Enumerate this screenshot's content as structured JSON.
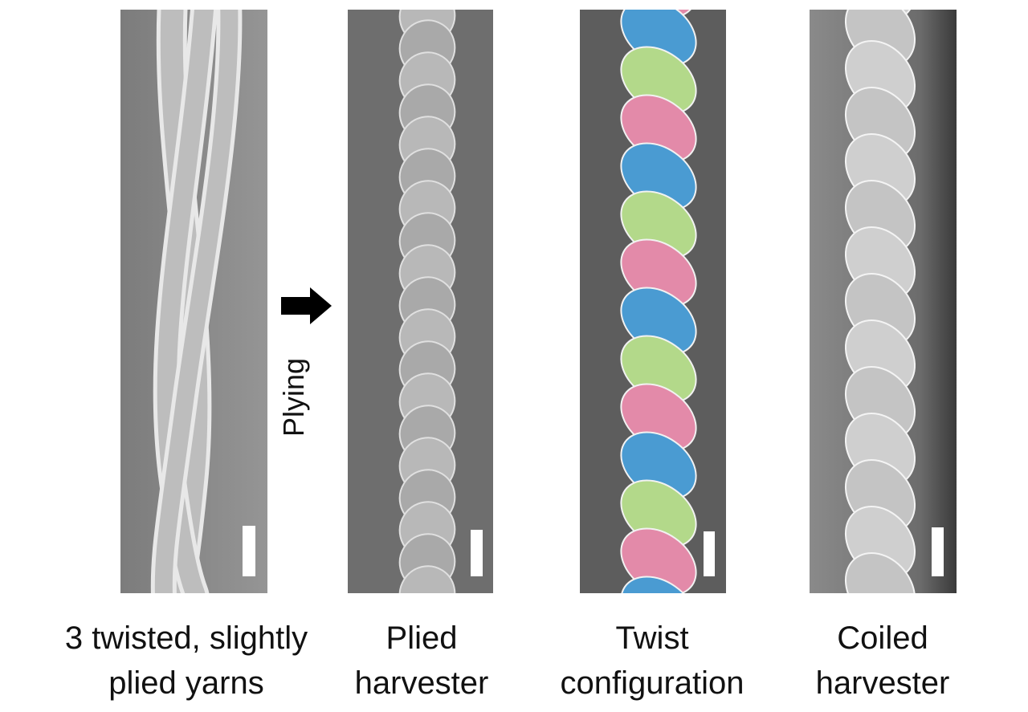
{
  "panels": [
    {
      "id": "yarns",
      "label_line1": "3 twisted, slightly",
      "label_line2": "plied yarns"
    },
    {
      "id": "plied",
      "label_line1": "Plied",
      "label_line2": "harvester"
    },
    {
      "id": "twist",
      "label_line1": "Twist",
      "label_line2": "configuration"
    },
    {
      "id": "coiled",
      "label_line1": "Coiled",
      "label_line2": "harvester"
    }
  ],
  "process": {
    "label": "Plying",
    "icon": "arrow-right-icon"
  },
  "colors": {
    "green": "#b3d98a",
    "blue": "#4a9bd2",
    "pink": "#e38aa9"
  }
}
